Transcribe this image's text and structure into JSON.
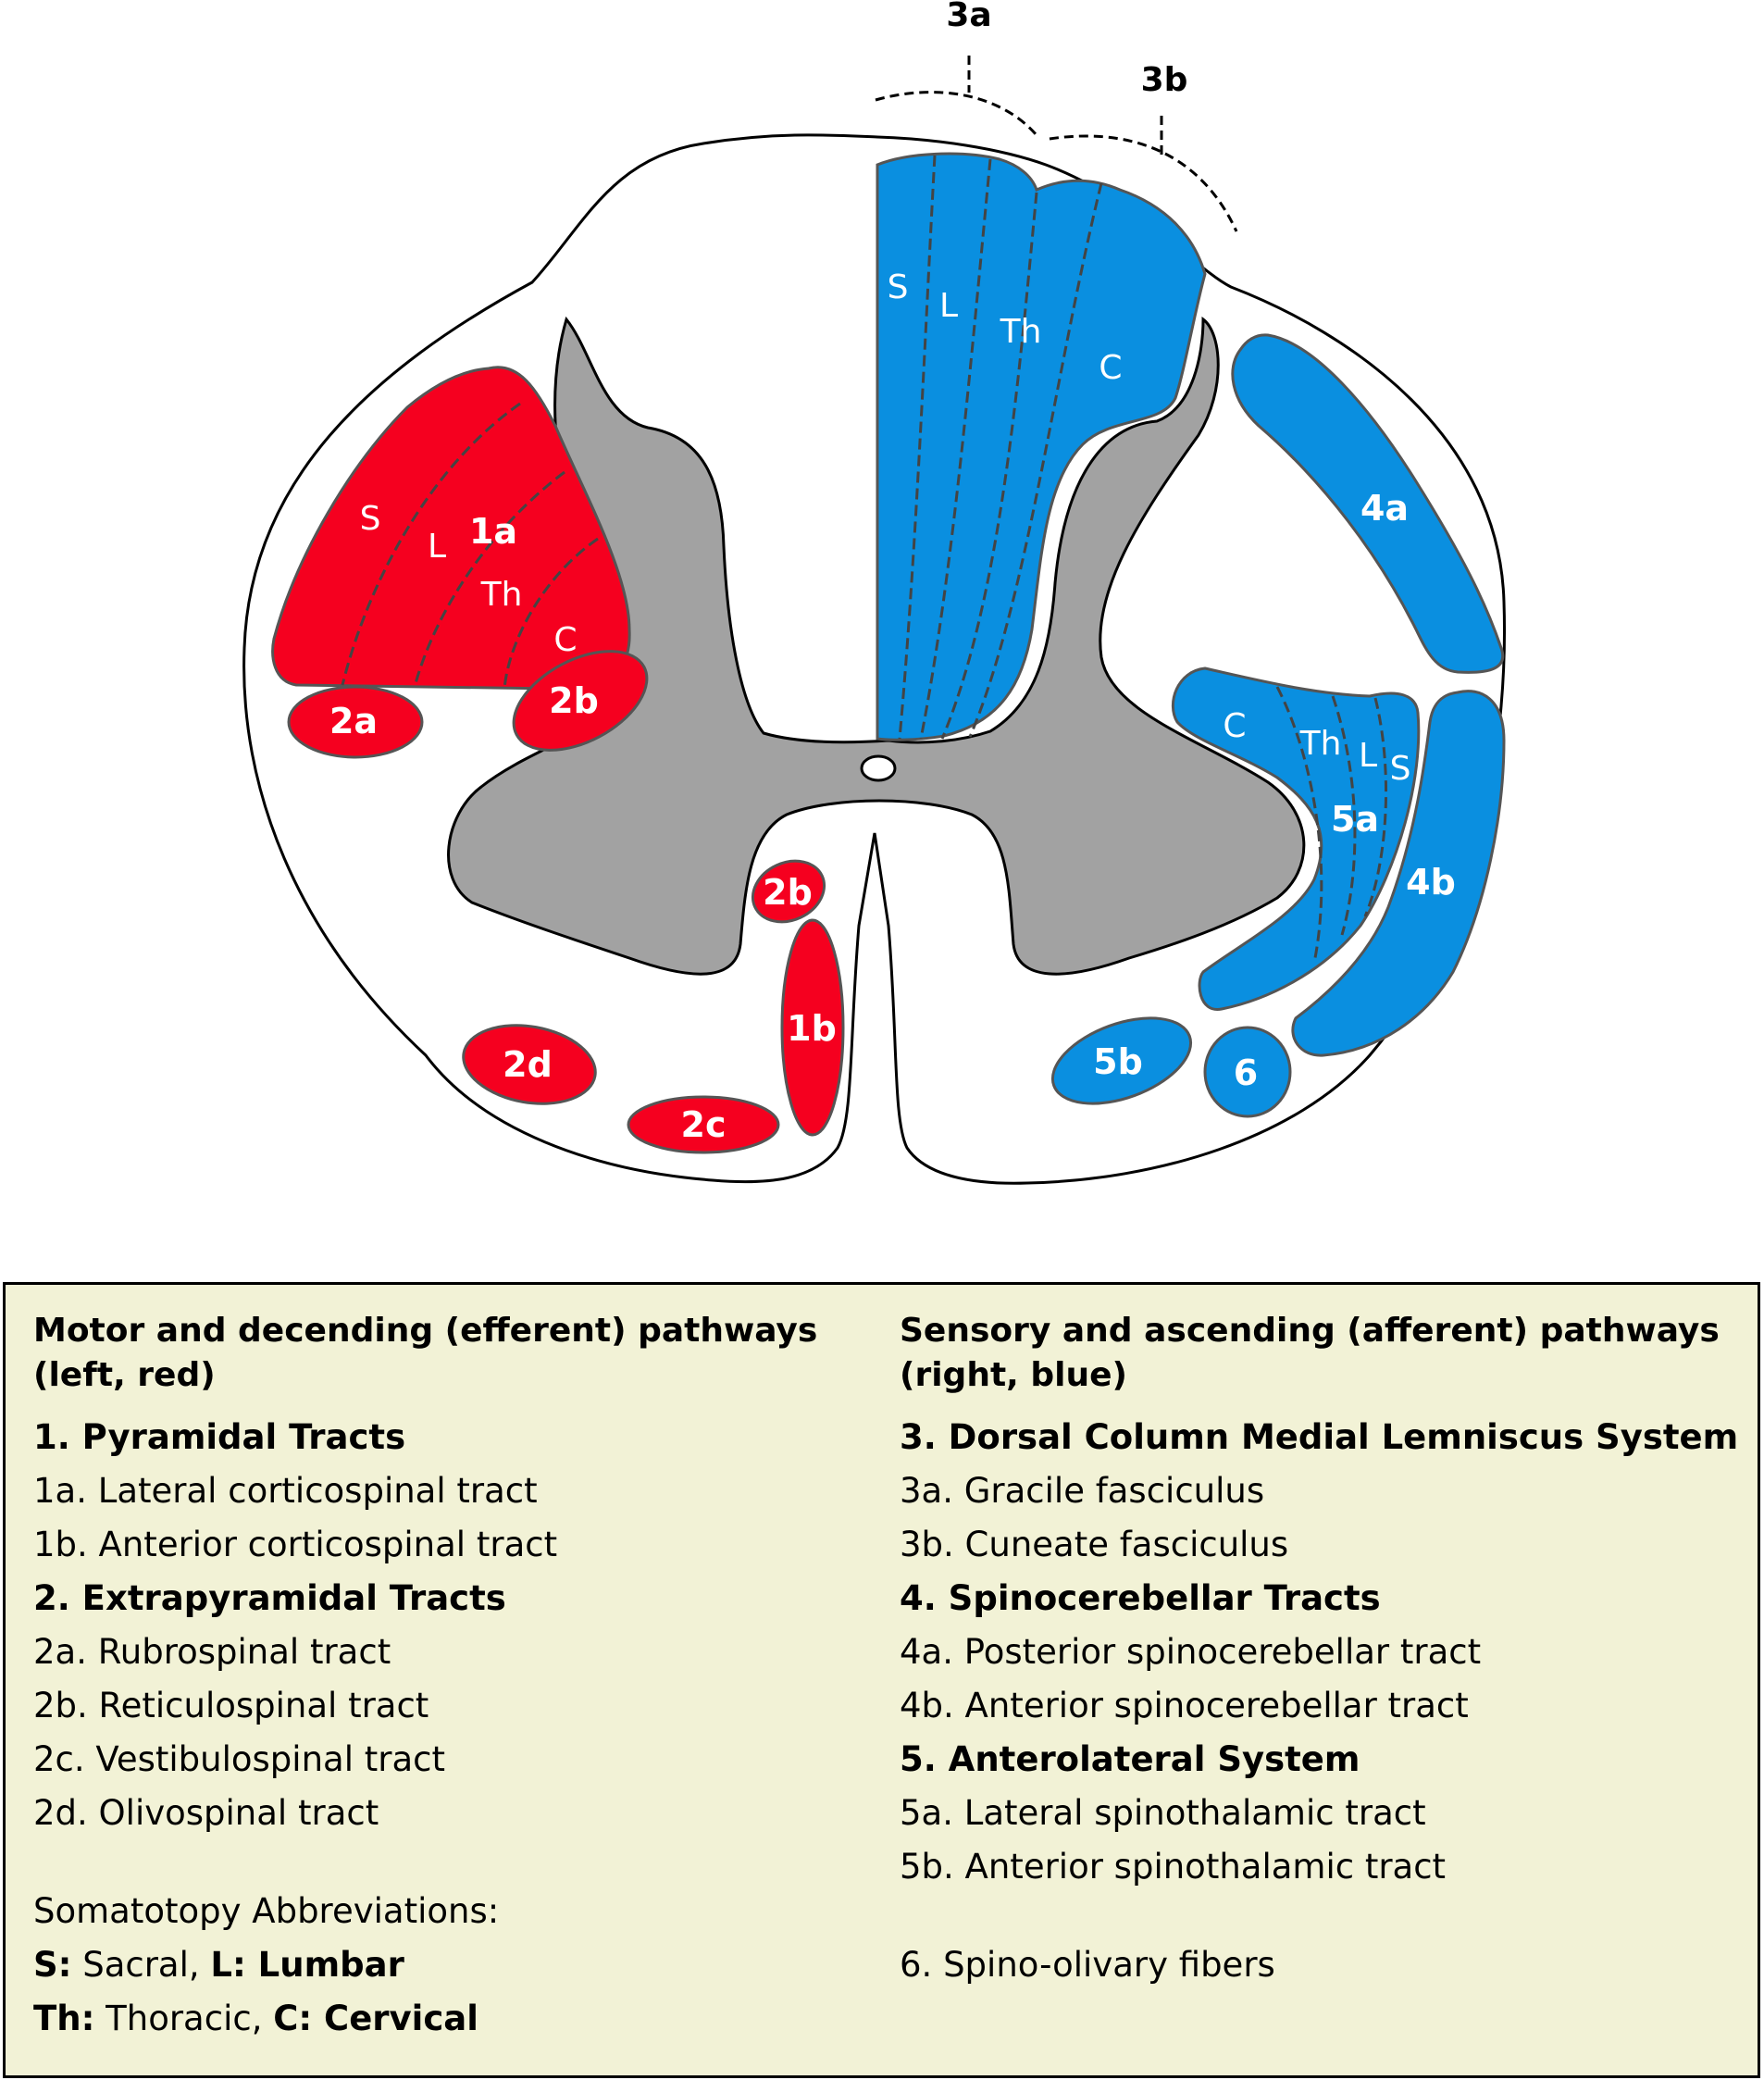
{
  "diagram": {
    "top_labels": {
      "a3": "3a",
      "b3": "3b"
    },
    "left_labels": {
      "s": "S",
      "l": "L",
      "th": "Th",
      "c": "C",
      "t1a": "1a",
      "t1b": "1b",
      "t2a": "2a",
      "t2b_upper": "2b",
      "t2b_lower": "2b",
      "t2c": "2c",
      "t2d": "2d"
    },
    "right_labels": {
      "dc_s": "S",
      "dc_l": "L",
      "dc_th": "Th",
      "dc_c": "C",
      "t4a": "4a",
      "t4b": "4b",
      "al_c": "C",
      "al_th": "Th",
      "al_l": "L",
      "al_s": "S",
      "t5a": "5a",
      "t5b": "5b",
      "t6": "6"
    },
    "colors": {
      "motor": "#f5001f",
      "sensory": "#0a8fe0",
      "grey_matter": "#a2a2a2",
      "legend_bg": "#f2f2d6"
    }
  },
  "legend": {
    "left": {
      "heading_line1": "Motor and decending (efferent) pathways",
      "heading_line2": "(left, red)",
      "items": [
        "1. Pyramidal Tracts",
        "1a. Lateral corticospinal tract",
        "1b. Anterior corticospinal tract",
        "2. Extrapyramidal Tracts",
        "2a. Rubrospinal tract",
        "2b. Reticulospinal tract",
        "2c. Vestibulospinal tract",
        "2d. Olivospinal tract"
      ],
      "abbrev_title": "Somatotopy Abbreviations:",
      "abbrev": {
        "s_key": "S:",
        "s_val": " Sacral, ",
        "l_key": "L: Lumbar",
        "th_key": "Th:",
        "th_val": " Thoracic, ",
        "c_key": "C: Cervical"
      }
    },
    "right": {
      "heading_line1": "Sensory and ascending (afferent) pathways",
      "heading_line2": "(right, blue)",
      "items": [
        "3. Dorsal Column Medial Lemniscus System",
        "3a. Gracile fasciculus",
        "3b. Cuneate fasciculus",
        "4. Spinocerebellar Tracts",
        "4a. Posterior spinocerebellar tract",
        "4b. Anterior spinocerebellar tract",
        "5. Anterolateral System",
        "5a. Lateral spinothalamic tract",
        "5b. Anterior spinothalamic tract"
      ],
      "extra": "6. Spino-olivary fibers"
    }
  }
}
